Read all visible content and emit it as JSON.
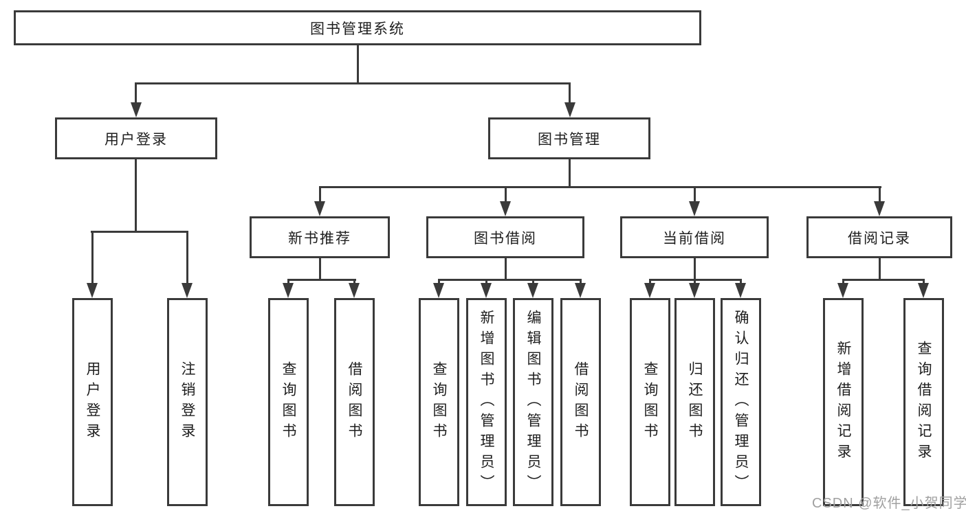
{
  "root": {
    "label": "图书管理系统"
  },
  "branches": [
    {
      "label": "用户登录",
      "children": [
        {
          "label": "用户登录"
        },
        {
          "label": "注销登录"
        }
      ]
    },
    {
      "label": "图书管理",
      "children": [
        {
          "label": "新书推荐",
          "children": [
            {
              "label": "查询图书"
            },
            {
              "label": "借阅图书"
            }
          ]
        },
        {
          "label": "图书借阅",
          "children": [
            {
              "label": "查询图书"
            },
            {
              "label": "新增图书（管理员）"
            },
            {
              "label": "编辑图书（管理员）"
            },
            {
              "label": "借阅图书"
            }
          ]
        },
        {
          "label": "当前借阅",
          "children": [
            {
              "label": "查询图书"
            },
            {
              "label": "归还图书"
            },
            {
              "label": "确认归还（管理员）"
            }
          ]
        },
        {
          "label": "借阅记录",
          "children": [
            {
              "label": "新增借阅记录"
            },
            {
              "label": "查询借阅记录"
            }
          ]
        }
      ]
    }
  ],
  "watermark": "CSDN @软件_小贺同学",
  "colors": {
    "line": "#3a3a3a",
    "text": "#1e1e1e",
    "watermark": "#a0a0a0",
    "background": "#ffffff"
  }
}
